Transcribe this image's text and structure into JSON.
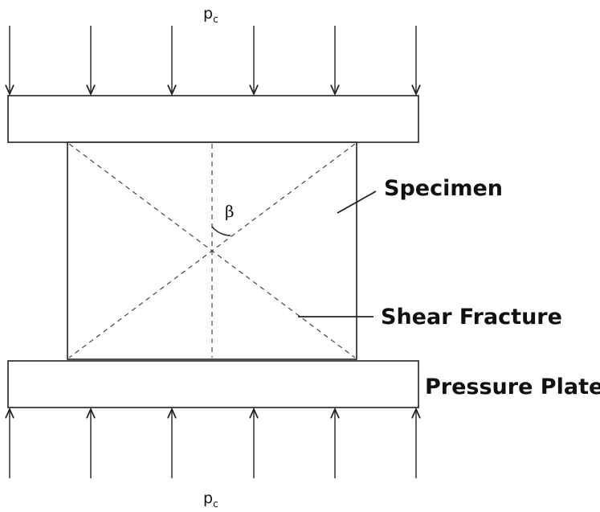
{
  "load_top": {
    "symbol": "p",
    "subscript": "c"
  },
  "load_bottom": {
    "symbol": "p",
    "subscript": "c"
  },
  "angle_symbol": "β",
  "callouts": {
    "specimen": "Specimen",
    "shear_fracture": "Shear Fracture",
    "pressure_plate": "Pressure Plate"
  },
  "colors": {
    "stroke": "#222222",
    "text": "#111111",
    "background": "#ffffff"
  }
}
